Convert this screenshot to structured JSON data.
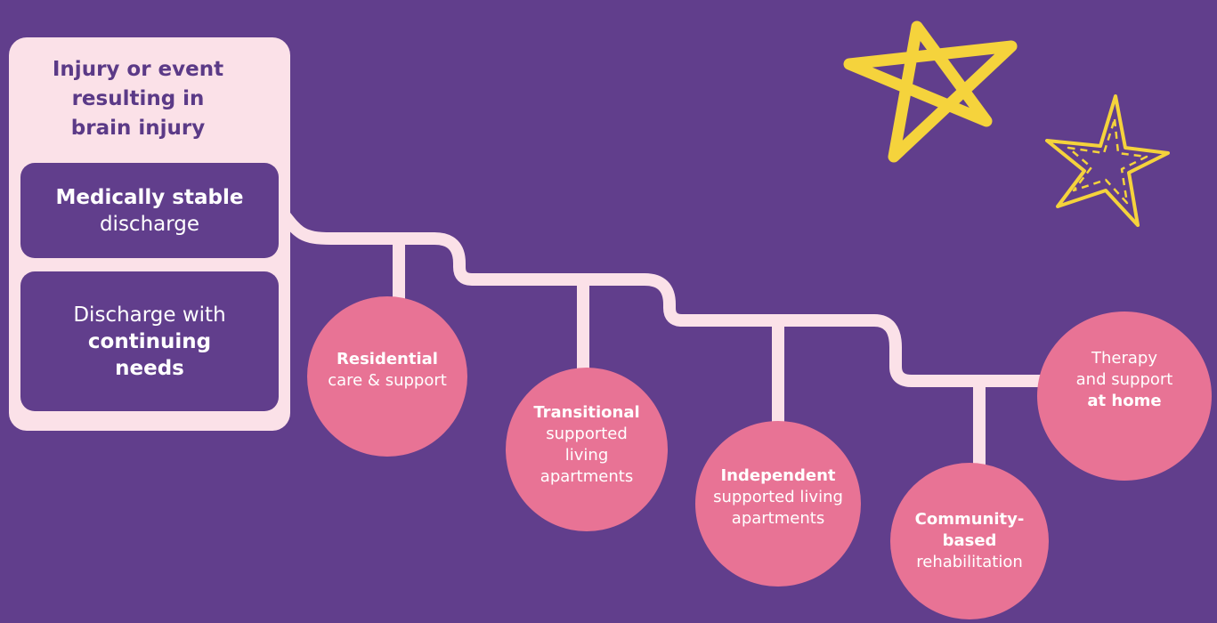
{
  "start": {
    "title_lines": [
      "Injury or event",
      "resulting in",
      "brain injury"
    ]
  },
  "discharge": [
    {
      "bold": "Medically stable",
      "text": "discharge"
    },
    {
      "text": "Discharge with",
      "bold_lines": [
        "continuing",
        "needs"
      ]
    }
  ],
  "stages": [
    {
      "bold": "Residential",
      "lines": [
        "care & support"
      ]
    },
    {
      "bold": "Transitional",
      "lines": [
        "supported",
        "living",
        "apartments"
      ]
    },
    {
      "bold": "Independent",
      "lines": [
        "supported living",
        "apartments"
      ]
    },
    {
      "bold_lines": [
        "Community-",
        "based"
      ],
      "lines": [
        "rehabilitation"
      ]
    },
    {
      "lines": [
        "Therapy",
        "and support"
      ],
      "bold": "at home"
    }
  ],
  "colors": {
    "background": "#613e8c",
    "panel": "#fbe1e8",
    "circle": "#e87395",
    "star": "#f5d33c"
  }
}
